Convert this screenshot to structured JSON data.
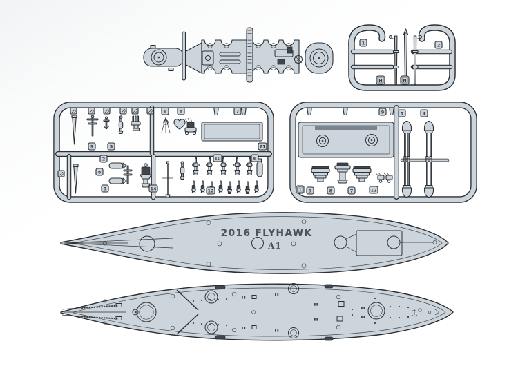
{
  "engravings": {
    "brand": "2016 FLYHAWK",
    "code": "A1"
  },
  "tags": {
    "b": [
      "1",
      "2",
      "H",
      "N"
    ],
    "c_top": [
      "6",
      "8",
      "7"
    ],
    "c_mid": [
      "9",
      "5",
      "21"
    ],
    "c_bottom": [
      "2",
      "8",
      "9",
      "14",
      "10",
      "6",
      "12"
    ],
    "d_top": "9",
    "d_right": [
      "5",
      "4"
    ],
    "d_bottom": [
      "1",
      "9",
      "8",
      "7",
      "12"
    ]
  },
  "colors": {
    "plastic": "#cdd5dc",
    "plastic_shade": "#b9c3cc",
    "outline": "#2c2f33",
    "detail_dark": "#41464c",
    "engraving": "#4d5358",
    "background": "#ffffff"
  }
}
